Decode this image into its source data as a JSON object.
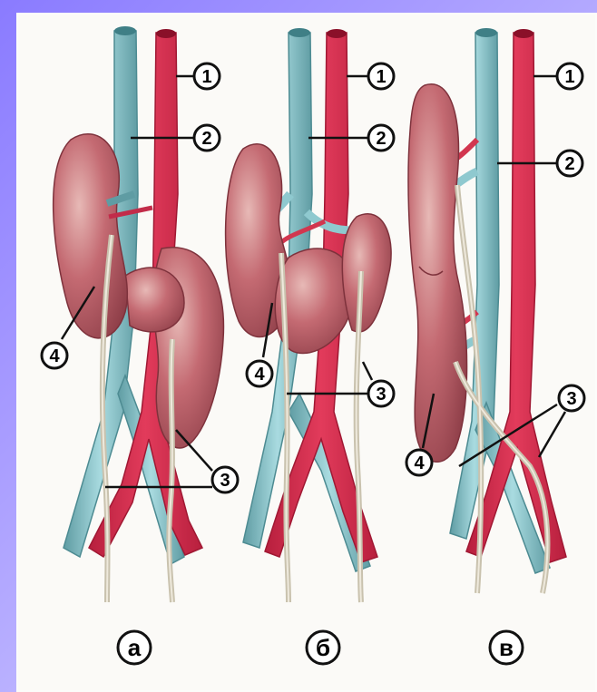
{
  "colors": {
    "artery": "#e23b5b",
    "artery_dark": "#b71f3d",
    "vein": "#8fc9cf",
    "vein_dark": "#5f9ca3",
    "kidney": "#b95a63",
    "kidney_light": "#e7b9b6",
    "ureter": "#d8d2c1",
    "callout": "#111111",
    "background": "#fbfaf7"
  },
  "labels": {
    "n1": "1",
    "n2": "2",
    "n3": "3",
    "n4": "4",
    "panel_a": "а",
    "panel_b": "б",
    "panel_c": "в"
  }
}
